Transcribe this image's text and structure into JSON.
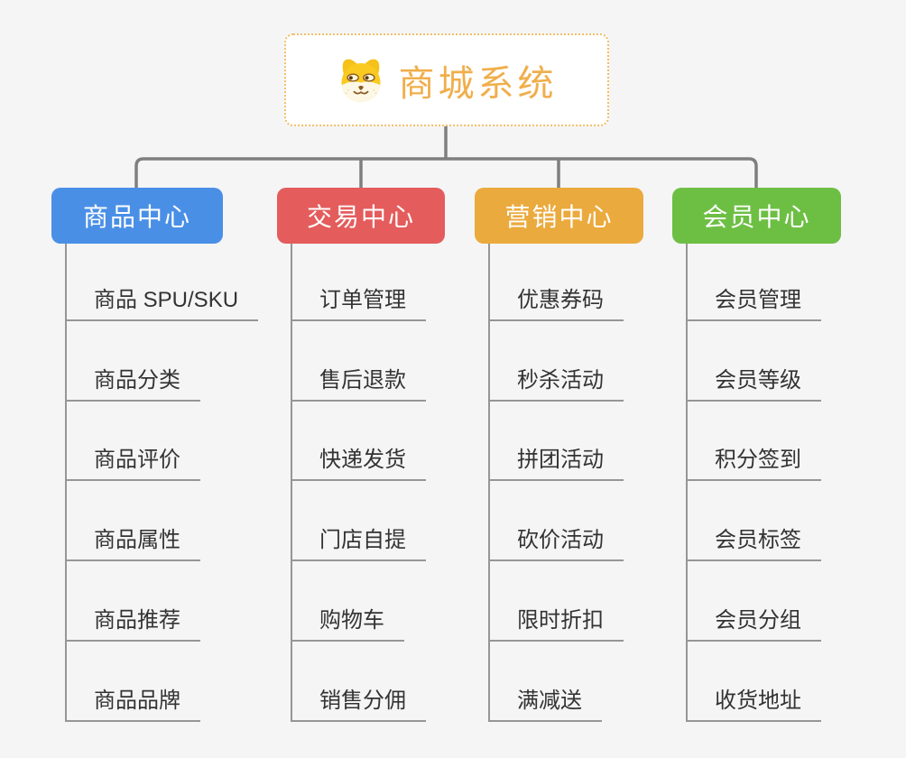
{
  "root": {
    "title": "商城系统",
    "icon": "shiba-dog-icon"
  },
  "palette": {
    "background": "#f5f5f6",
    "root_text": "#f0ae4b",
    "root_border": "#f2bd66",
    "root_bg": "#ffffff",
    "connector_gray": "#7f7f7f",
    "underline_gray": "#969696",
    "item_text": "#333333"
  },
  "branches": [
    {
      "label": "商品中心",
      "color": "#4a8fe6",
      "items": [
        "商品 SPU/SKU",
        "商品分类",
        "商品评价",
        "商品属性",
        "商品推荐",
        "商品品牌"
      ]
    },
    {
      "label": "交易中心",
      "color": "#e45c5c",
      "items": [
        "订单管理",
        "售后退款",
        "快递发货",
        "门店自提",
        "购物车",
        "销售分佣"
      ]
    },
    {
      "label": "营销中心",
      "color": "#ebaa3d",
      "items": [
        "优惠券码",
        "秒杀活动",
        "拼团活动",
        "砍价活动",
        "限时折扣",
        "满减送"
      ]
    },
    {
      "label": "会员中心",
      "color": "#6dbf44",
      "items": [
        "会员管理",
        "会员等级",
        "积分签到",
        "会员标签",
        "会员分组",
        "收货地址"
      ]
    }
  ]
}
